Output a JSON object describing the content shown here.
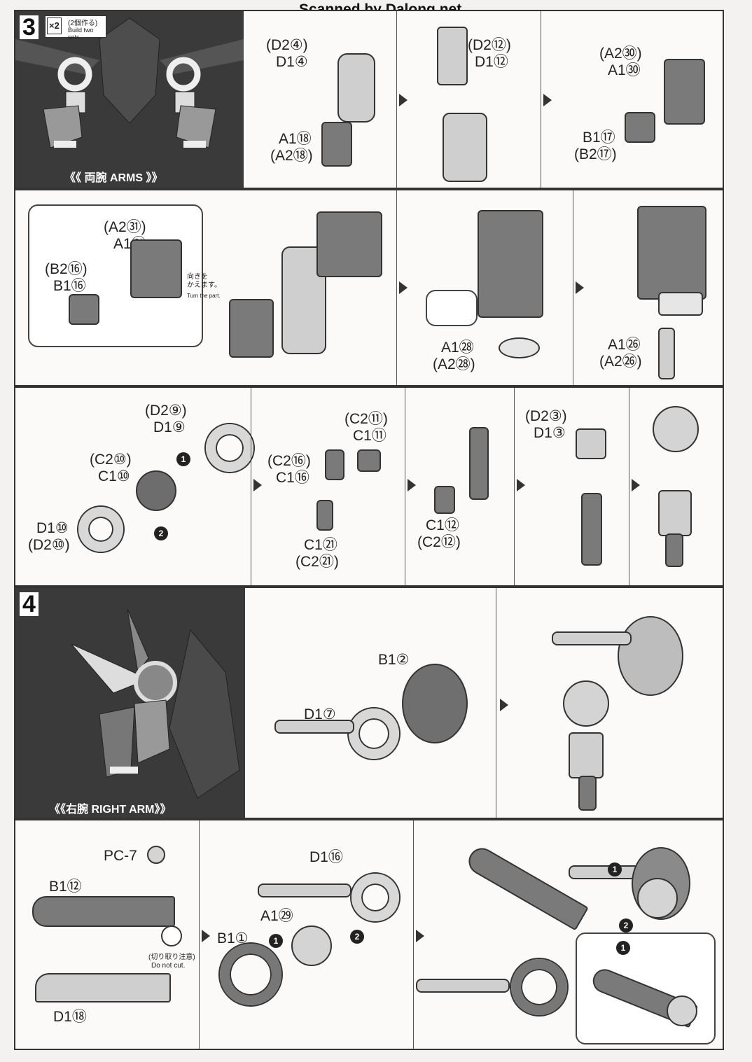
{
  "watermark": "Scanned by Dalong.net",
  "step3": {
    "number": "3",
    "multiplier": "×2",
    "multiplier_jp": "(2個作る)",
    "multiplier_en": "Build two sets.",
    "section_label": "《《 両腕 ARMS 》》",
    "row1": {
      "a_top1": "(D2④)",
      "a_top2": "D1④",
      "a_bot1": "A1⑱",
      "a_bot2": "(A2⑱)",
      "b_top1": "(D2⑫)",
      "b_top2": "D1⑫",
      "c_top1": "(A2㉚)",
      "c_top2": "A1㉚",
      "c_bot1": "B1⑰",
      "c_bot2": "(B2⑰)"
    },
    "row2": {
      "i_top1": "(A2㉛)",
      "i_top2": "A1㉛",
      "i_mid1": "(B2⑯)",
      "i_mid2": "B1⑯",
      "turn_jp": "向きを\nかえます。",
      "turn_en": "Turn the part.",
      "b_bot1": "A1㉘",
      "b_bot2": "(A2㉘)",
      "c_bot1": "A1㉖",
      "c_bot2": "(A2㉖)"
    },
    "row3": {
      "a1": "(D2⑨)",
      "a2": "D1⑨",
      "a3": "(C2⑩)",
      "a4": "C1⑩",
      "a5": "D1⑩",
      "a6": "(D2⑩)",
      "b1": "(C2⑪)",
      "b2": "C1⑪",
      "b3": "(C2⑯)",
      "b4": "C1⑯",
      "b5": "C1㉑",
      "b6": "(C2㉑)",
      "c1": "C1⑫",
      "c2": "(C2⑫)",
      "d1": "(D2③)",
      "d2": "D1③"
    }
  },
  "step4": {
    "number": "4",
    "section_label": "《《右腕 RIGHT ARM》》",
    "row1": {
      "b": "B1②",
      "d": "D1⑦"
    },
    "row2": {
      "pc": "PC-7",
      "b12": "B1⑫",
      "warn_jp": "(切り取り注意)",
      "warn_en": "Do not cut.",
      "d18": "D1⑱",
      "d16": "D1⑯",
      "a29": "A1㉙",
      "b1": "B1①"
    }
  },
  "step_markers": [
    "1",
    "2"
  ]
}
